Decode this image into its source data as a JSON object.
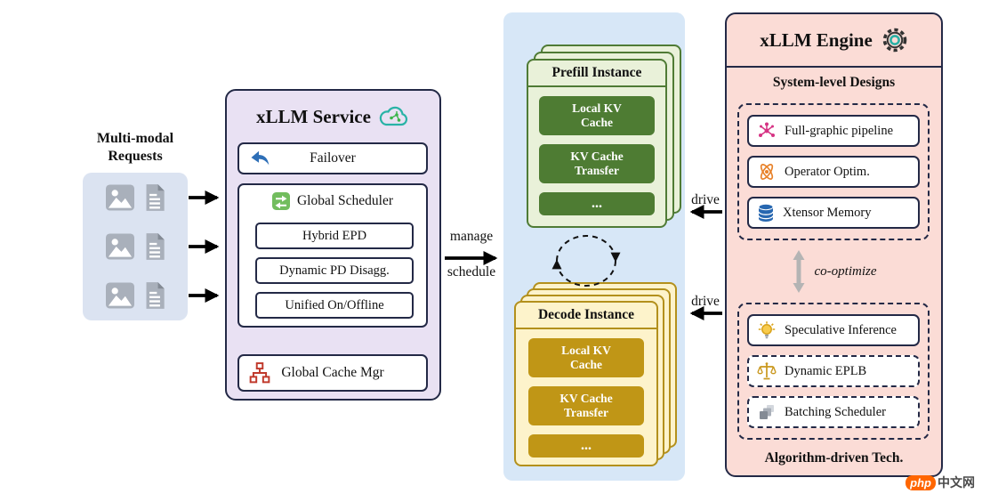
{
  "requests": {
    "title_line1": "Multi-modal",
    "title_line2": "Requests"
  },
  "service": {
    "title": "xLLM Service",
    "failover_label": "Failover",
    "scheduler_title": "Global Scheduler",
    "scheduler_items": [
      "Hybrid EPD",
      "Dynamic PD Disagg.",
      "Unified On/Offline"
    ],
    "cache_mgr_label": "Global Cache Mgr"
  },
  "arrows": {
    "manage": "manage",
    "schedule": "schedule",
    "drive_top": "drive",
    "drive_bottom": "drive"
  },
  "middle": {
    "prefill": {
      "title": "Prefill Instance",
      "items": [
        "Local KV Cache",
        "KV Cache Transfer",
        "..."
      ]
    },
    "decode": {
      "title": "Decode Instance",
      "items": [
        "Local KV Cache",
        "KV Cache Transfer",
        "..."
      ]
    }
  },
  "engine": {
    "title": "xLLM Engine",
    "system_label": "System-level Designs",
    "system_items": [
      "Full-graphic pipeline",
      "Operator Optim.",
      "Xtensor Memory"
    ],
    "co_optimize": "co-optimize",
    "algo_items": [
      "Speculative Inference",
      "Dynamic EPLB",
      "Batching Scheduler"
    ],
    "algo_label": "Algorithm-driven Tech."
  },
  "watermark": {
    "php": "php",
    "site": "中文网"
  },
  "icons": {
    "cloud-icon": "#29b3a6",
    "failover-arrow-icon": "#2e6fb7",
    "scheduler-icon": "#72bd5e",
    "cache-mgr-icon": "#c0392b",
    "pipeline-icon": "#d63384",
    "atom-icon": "#e8822a",
    "database-icon": "#2767b0",
    "bulb-icon": "#e6b417",
    "scale-icon": "#c9971d",
    "batch-icon": "#9aa0a8",
    "gear-icon": "#333333"
  },
  "colors": {
    "service_bg": "#e9e1f3",
    "engine_bg": "#fbdcd6",
    "panel_bg": "#d7e7f7",
    "requests_bg": "#dbe3f1",
    "prefill_dark": "#4e7c33",
    "prefill_light": "#e9f1d9",
    "decode_dark": "#c09616",
    "decode_light": "#fdf3cb",
    "outline": "#232946"
  }
}
